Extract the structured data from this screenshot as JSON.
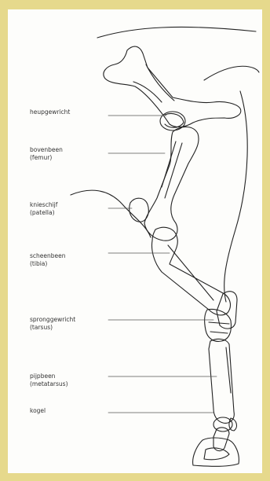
{
  "labels": {
    "heup": "heupgewricht",
    "bovenbeen": "bovenbeen",
    "femur": "(femur)",
    "knieschijf": "knieschijf",
    "patella": "(patella)",
    "scheenbeen": "scheenbeen",
    "tibia": "(tibia)",
    "sprong": "spronggewricht",
    "tarsus": "(tarsus)",
    "pijpbeen": "pijpbeen",
    "metatarsus": "(metatarsus)",
    "kogel": "kogel"
  },
  "colors": {
    "frame": "#e6d98c",
    "panel": "#fdfdfb",
    "outline": "#222222",
    "leader": "#555555"
  }
}
